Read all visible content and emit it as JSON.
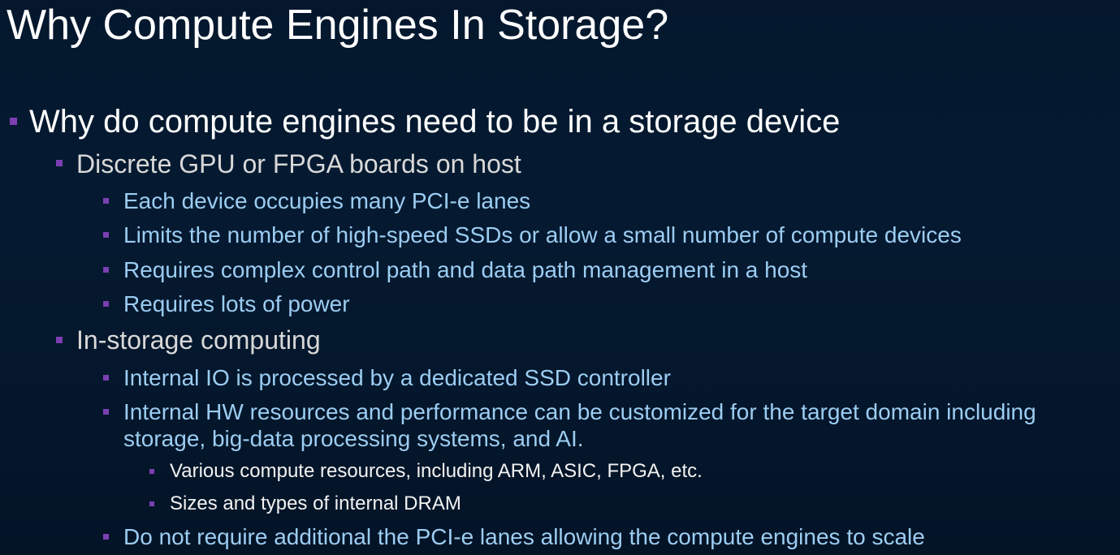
{
  "slide": {
    "title": "Why Compute Engines In Storage?",
    "items": [
      {
        "level": 1,
        "text": "Why do compute engines need to be in a storage device"
      },
      {
        "level": 2,
        "text": "Discrete GPU or FPGA boards on host"
      },
      {
        "level": 3,
        "text": "Each device occupies many PCI-e lanes"
      },
      {
        "level": 3,
        "text": "Limits the number of high-speed SSDs or allow a small number of compute devices"
      },
      {
        "level": 3,
        "text": "Requires complex control path and data path management in a host"
      },
      {
        "level": 3,
        "text": "Requires lots of power"
      },
      {
        "level": 2,
        "text": "In-storage computing"
      },
      {
        "level": 3,
        "text": "Internal IO is processed by a dedicated SSD controller"
      },
      {
        "level": 3,
        "text": "Internal HW resources and performance can be customized for the target domain including",
        "continuation": "storage, big-data processing systems, and AI."
      },
      {
        "level": 4,
        "text": "Various compute resources, including ARM, ASIC, FPGA, etc."
      },
      {
        "level": 4,
        "text": "Sizes and types of internal DRAM"
      },
      {
        "level": 3,
        "text": "Do not require additional the PCI-e lanes allowing the compute engines to scale"
      }
    ]
  },
  "colors": {
    "background": "#05162b",
    "title": "#ffffff",
    "level1_text": "#ffffff",
    "level2_text": "#d8d8d8",
    "level3_text": "#9ccdf2",
    "level4_text": "#f2f2f2",
    "bullet": "#7b3fb2"
  }
}
